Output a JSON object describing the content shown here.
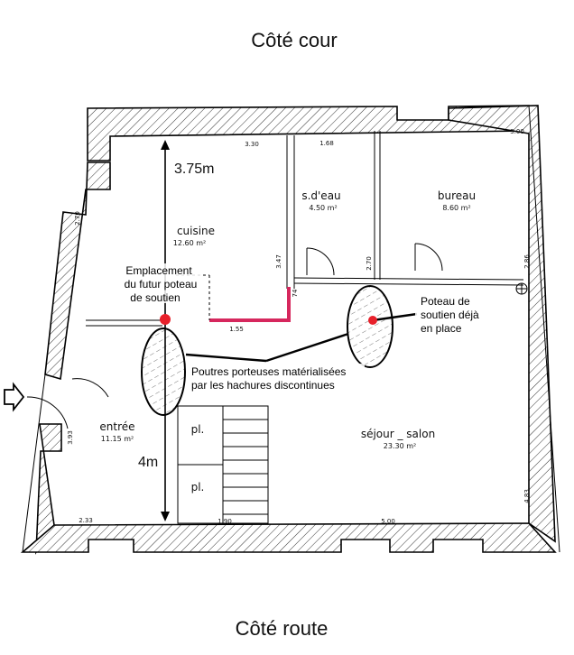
{
  "header": {
    "top_label": "Côté cour",
    "bottom_label": "Côté route"
  },
  "rooms": {
    "cuisine": {
      "name": "cuisine",
      "area": "12.60 m²"
    },
    "sdeau": {
      "name": "s.d'eau",
      "area": "4.50 m²"
    },
    "bureau": {
      "name": "bureau",
      "area": "8.60 m²"
    },
    "entree": {
      "name": "entrée",
      "area": "11.15 m²"
    },
    "sejour": {
      "name": "séjour _ salon",
      "area": "23.30 m²"
    },
    "placard1": {
      "name": "pl."
    },
    "placard2": {
      "name": "pl."
    }
  },
  "dimensions": {
    "top_cuisine": "3.30",
    "top_sdeau": "1.68",
    "top_bureau": "3.00",
    "cuisine_height": "3.47",
    "small_74": "74",
    "sdeau_height": "2.70",
    "left_270": "2.70",
    "right_286": "2.86",
    "cuisine_bottom": "1.55",
    "entree_side": "3.93",
    "bottom_233": "2.33",
    "bottom_190": "1.90",
    "bottom_500": "5.00",
    "right_483": "4.83"
  },
  "annotations": {
    "measure_top": "3.75m",
    "measure_bottom": "4m",
    "future_post": [
      "Emplacement",
      "du futur poteau",
      "de soutien"
    ],
    "existing_post": [
      "Poteau de",
      "soutien déjà",
      "en place"
    ],
    "beams": [
      "Poutres porteuses matérialisées",
      "par les hachures discontinues"
    ]
  },
  "colors": {
    "marker": "#e8212b",
    "new_wall": "#d6275d",
    "line": "#000000"
  }
}
